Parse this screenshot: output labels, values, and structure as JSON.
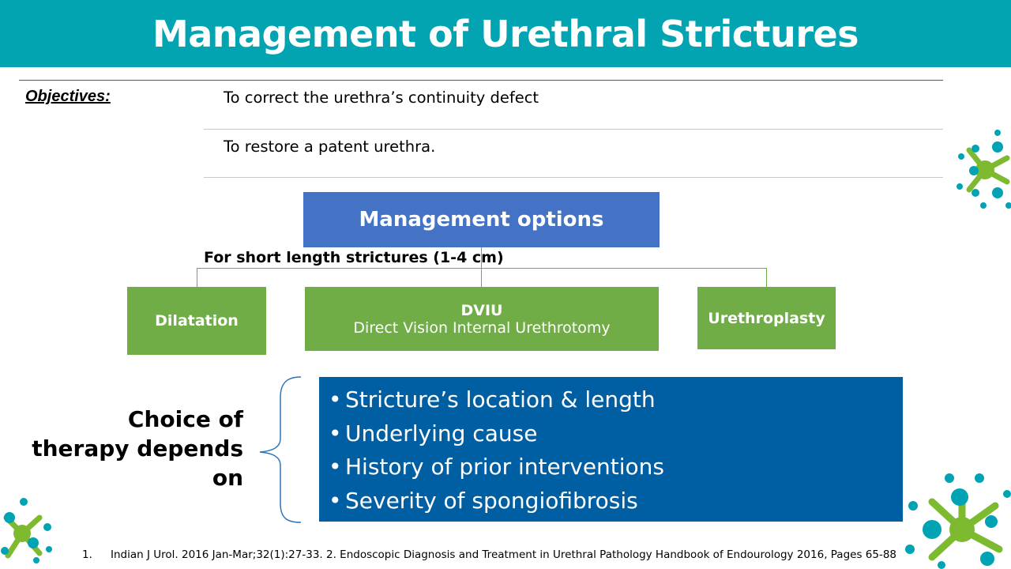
{
  "title": "Management of Urethral Strictures",
  "objectives": {
    "label": "Objectives:",
    "items": [
      "To correct the urethra’s continuity defect",
      "To restore a patent urethra."
    ]
  },
  "management": {
    "title": "Management options",
    "subtitle": "For short length strictures (1-4 cm)",
    "options": [
      {
        "title": "Dilatation",
        "subtitle": ""
      },
      {
        "title": "DVIU",
        "subtitle": "Direct Vision Internal Urethrotomy"
      },
      {
        "title": "Urethroplasty",
        "subtitle": ""
      }
    ]
  },
  "choice": {
    "lines": [
      "Choice of",
      "therapy depends",
      "on"
    ],
    "factors": [
      "Stricture’s location & length",
      "Underlying cause",
      "History of prior interventions",
      "Severity of spongiofibrosis"
    ]
  },
  "footnote": {
    "number": "1.",
    "text": "Indian J Urol. 2016 Jan-Mar;32(1):27-33. 2. Endoscopic Diagnosis and Treatment in Urethral Pathology Handbook of Endourology 2016, Pages 65-88"
  },
  "colors": {
    "title_bar": "#03a4b1",
    "management_box": "#4472c4",
    "option_green": "#70ad47",
    "factors_box": "#005ea2",
    "deco_teal": "#00a3b4",
    "deco_green": "#7dba2f"
  }
}
